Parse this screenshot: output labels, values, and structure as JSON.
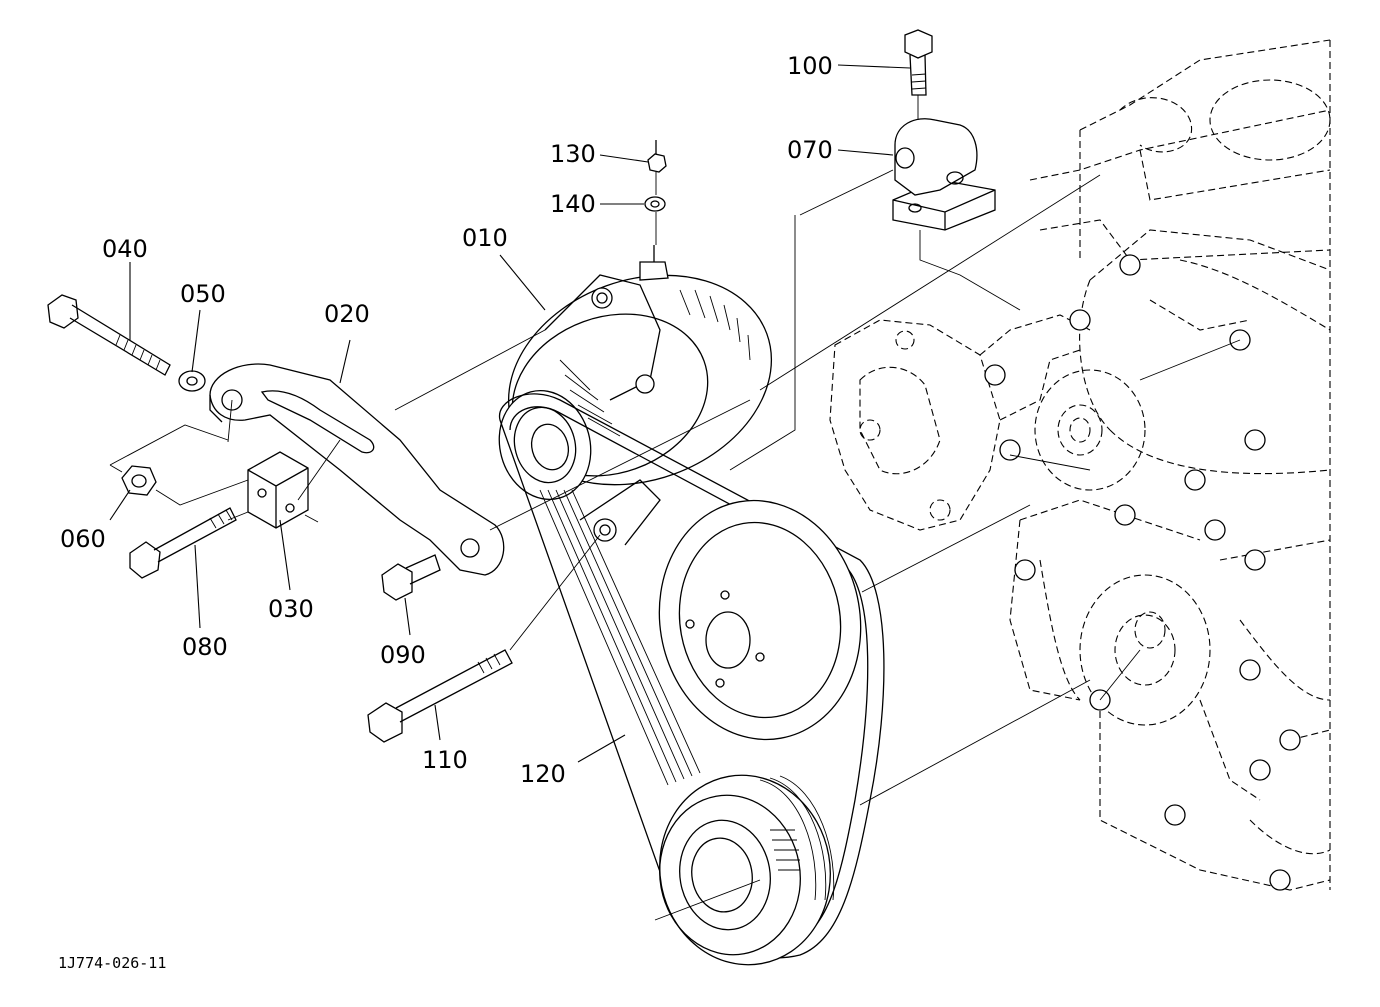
{
  "diagram": {
    "reference_code": "1J774-026-11",
    "callouts": [
      {
        "id": "010",
        "label": "010"
      },
      {
        "id": "020",
        "label": "020"
      },
      {
        "id": "030",
        "label": "030"
      },
      {
        "id": "040",
        "label": "040"
      },
      {
        "id": "050",
        "label": "050"
      },
      {
        "id": "060",
        "label": "060"
      },
      {
        "id": "070",
        "label": "070"
      },
      {
        "id": "080",
        "label": "080"
      },
      {
        "id": "090",
        "label": "090"
      },
      {
        "id": "100",
        "label": "100"
      },
      {
        "id": "110",
        "label": "110"
      },
      {
        "id": "120",
        "label": "120"
      },
      {
        "id": "130",
        "label": "130"
      },
      {
        "id": "140",
        "label": "140"
      }
    ]
  }
}
